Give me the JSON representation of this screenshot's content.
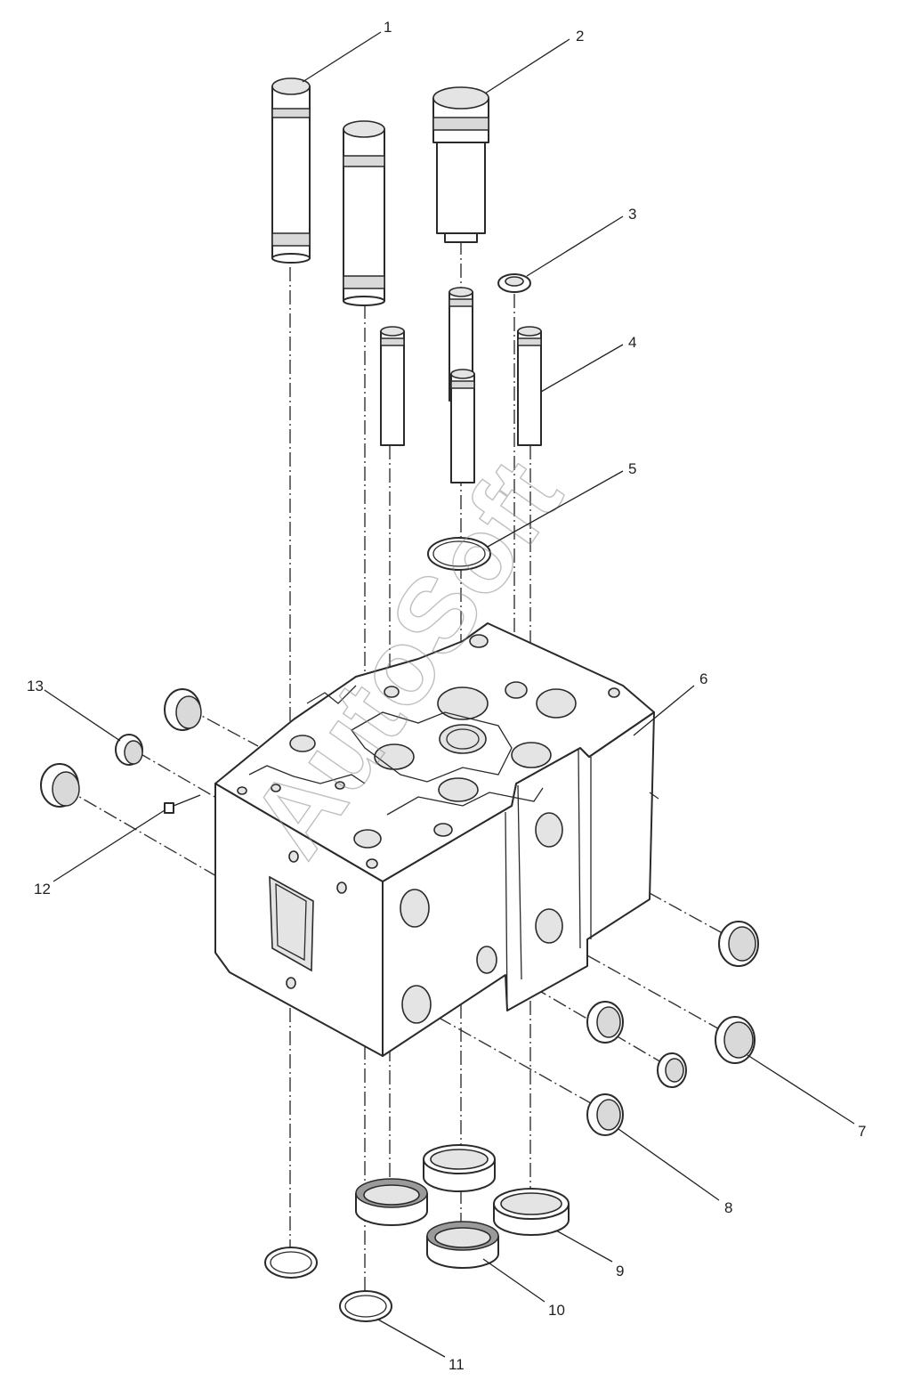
{
  "diagram": {
    "callouts": [
      "1",
      "2",
      "3",
      "4",
      "5",
      "6",
      "7",
      "8",
      "9",
      "10",
      "11",
      "12",
      "13"
    ],
    "watermark": "AutoSoft"
  }
}
